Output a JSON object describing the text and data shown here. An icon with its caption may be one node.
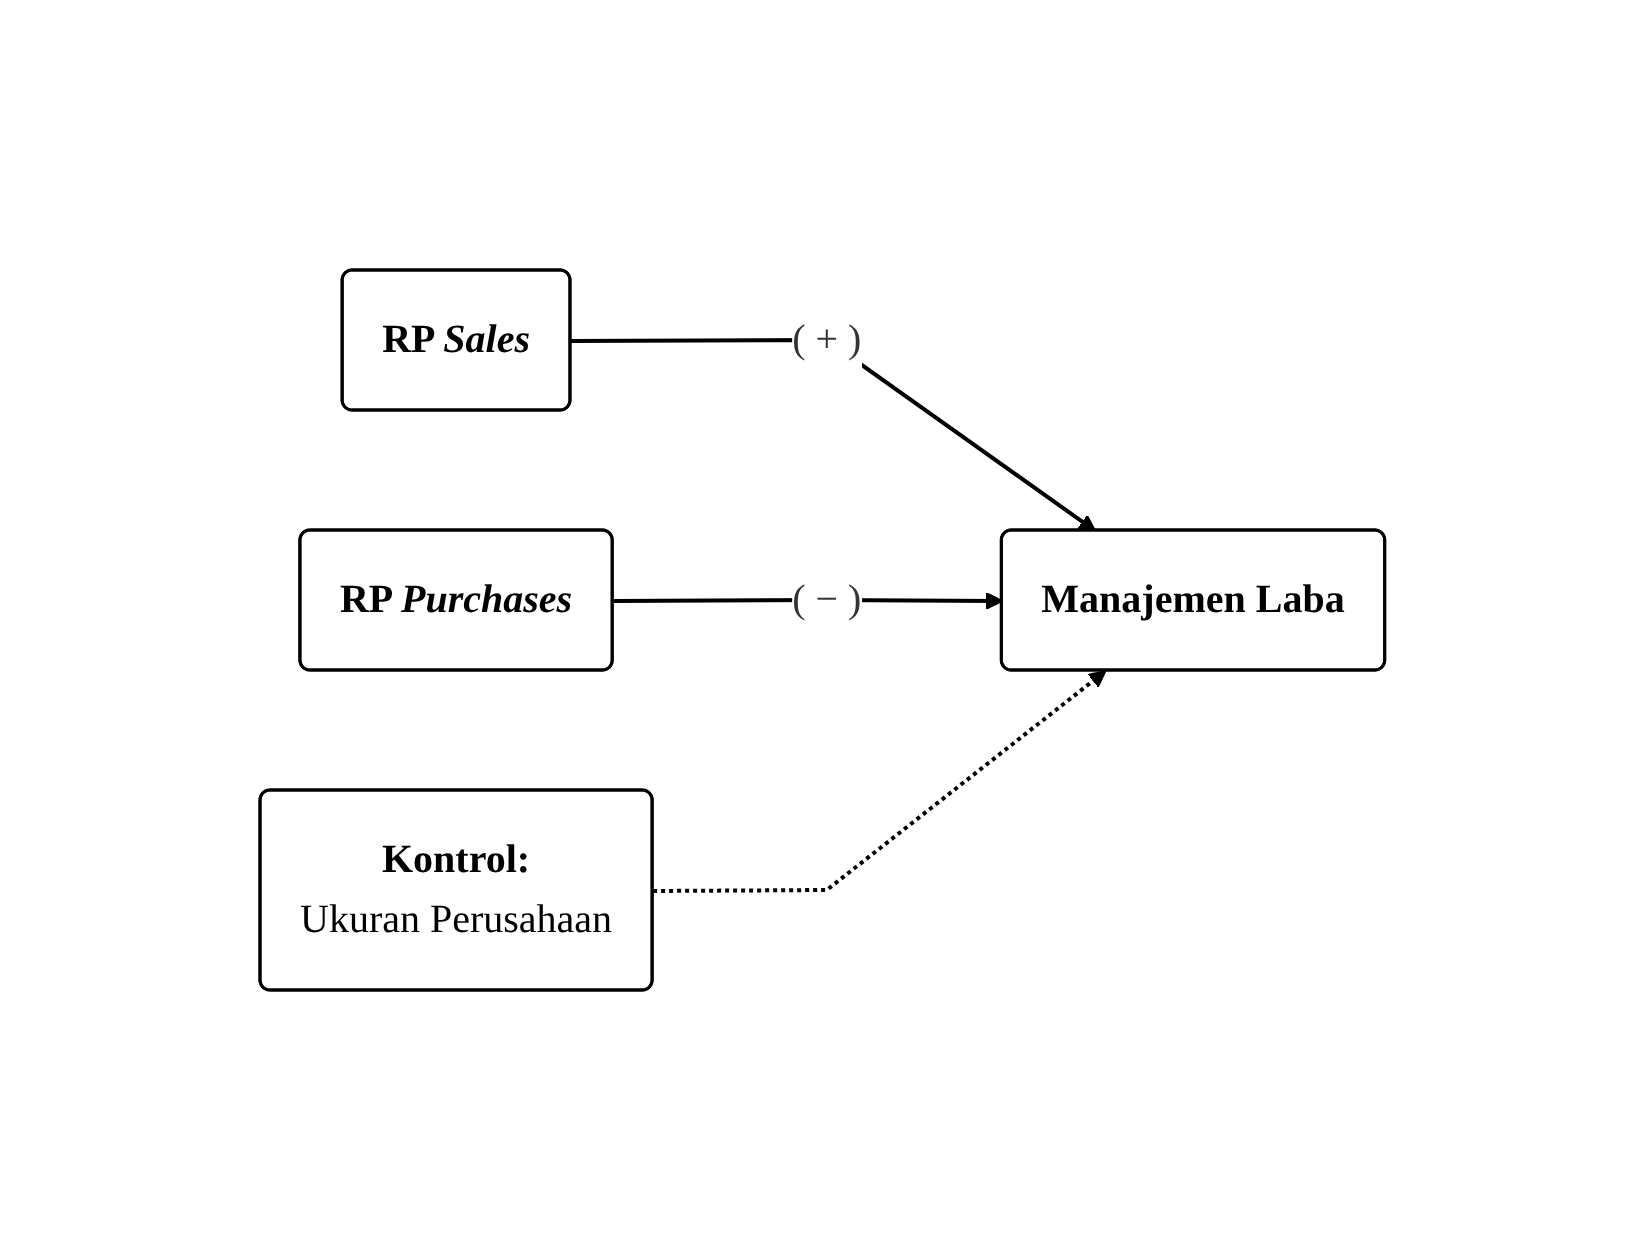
{
  "diagram": {
    "nodes": [
      {
        "text": [
          "RP *Sales*"
        ]
      },
      {
        "text": [
          "RP *Purchases*"
        ]
      },
      {
        "text": [
          "Manajemen Laba"
        ]
      },
      {
        "text": [
          "Kontrol:",
          "Ukuran Perusahaan"
        ]
      }
    ],
    "edges": [
      {
        "from": 0,
        "to": 2,
        "arrow": "to",
        "label": "( + )"
      },
      {
        "from": 1,
        "to": 2,
        "arrow": "to",
        "label": "( − )"
      },
      {
        "from": 3,
        "to": 2,
        "arrow": "to",
        "style": "dashed"
      }
    ]
  }
}
